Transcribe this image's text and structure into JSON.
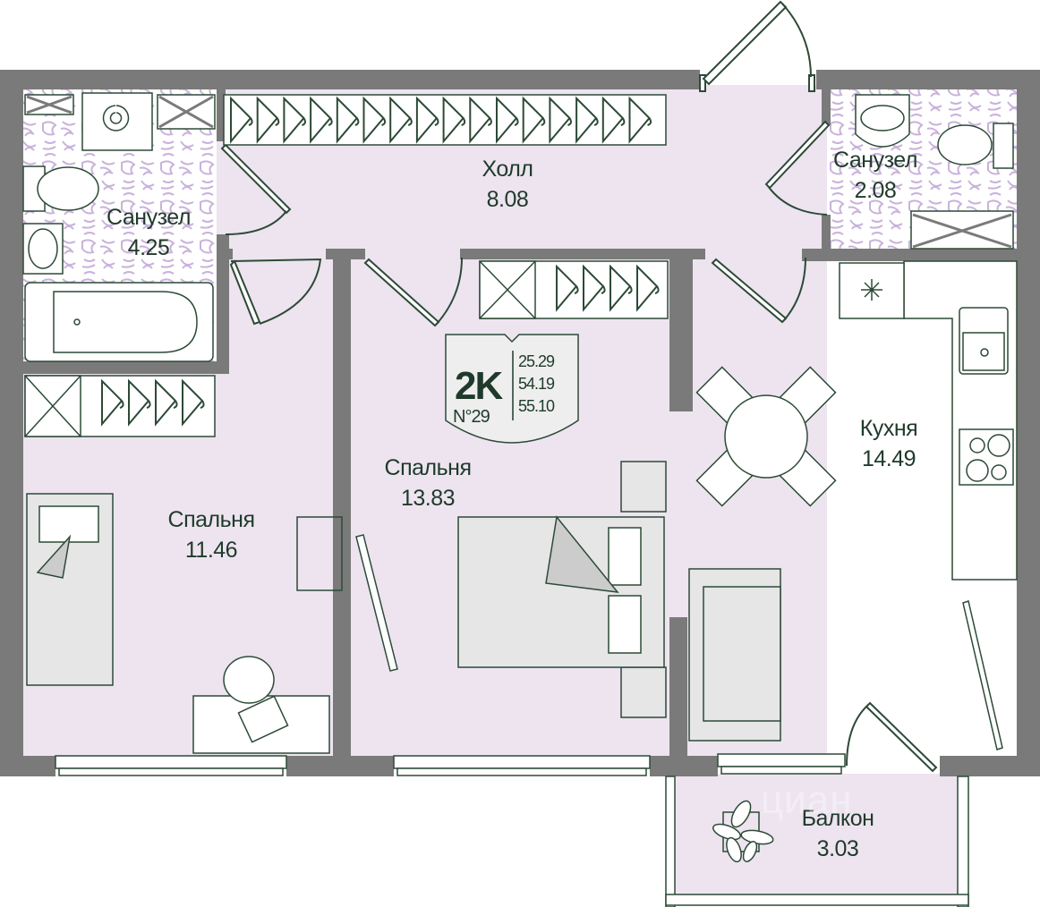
{
  "plan": {
    "apartment_type": "2K",
    "apartment_number": "N°29",
    "areas": {
      "living": "25.29",
      "total": "54.19",
      "total_with_balcony": "55.10"
    },
    "rooms": [
      {
        "id": "bathroom-left",
        "name": "Санузел",
        "area": "4.25"
      },
      {
        "id": "hall",
        "name": "Холл",
        "area": "8.08"
      },
      {
        "id": "bathroom-right",
        "name": "Санузел",
        "area": "2.08"
      },
      {
        "id": "bedroom-left",
        "name": "Спальня",
        "area": "11.46"
      },
      {
        "id": "bedroom-middle",
        "name": "Спальня",
        "area": "13.83"
      },
      {
        "id": "kitchen",
        "name": "Кухня",
        "area": "14.49"
      },
      {
        "id": "balcony",
        "name": "Балкон",
        "area": "3.03"
      }
    ],
    "watermark": "циан"
  },
  "colors": {
    "wall": "#7a7a7a",
    "floor": "#ede4f0",
    "tile": "#c7b0d8",
    "furniture_line": "#2c4a36",
    "text": "#1f3a2a",
    "furniture_fill": "#e6e6e6"
  }
}
